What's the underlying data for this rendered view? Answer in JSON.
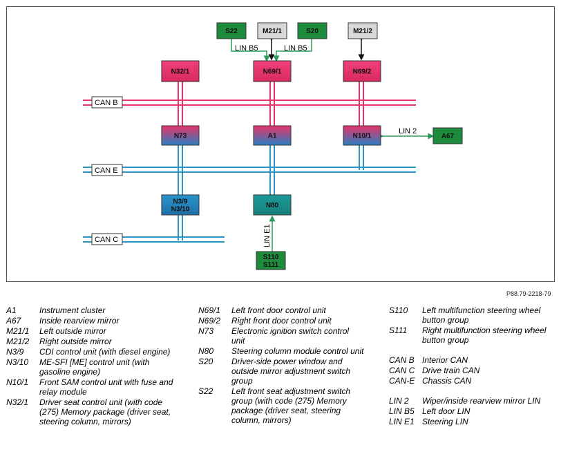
{
  "diagram": {
    "modules": [
      {
        "id": "S22",
        "label": "S22",
        "style": "green"
      },
      {
        "id": "M21_1",
        "label": "M21/1",
        "style": "grey"
      },
      {
        "id": "S20",
        "label": "S20",
        "style": "green"
      },
      {
        "id": "M21_2",
        "label": "M21/2",
        "style": "grey"
      },
      {
        "id": "N32_1",
        "label": "N32/1",
        "style": "pink"
      },
      {
        "id": "N69_1",
        "label": "N69/1",
        "style": "pink"
      },
      {
        "id": "N69_2",
        "label": "N69/2",
        "style": "pink"
      },
      {
        "id": "N73",
        "label": "N73",
        "style": "gradient"
      },
      {
        "id": "A1",
        "label": "A1",
        "style": "gradient"
      },
      {
        "id": "N10_1",
        "label": "N10/1",
        "style": "gradient"
      },
      {
        "id": "A67",
        "label": "A67",
        "style": "green"
      },
      {
        "id": "N3",
        "label": "N3/9\nN3/10",
        "style": "blue"
      },
      {
        "id": "N80",
        "label": "N80",
        "style": "teal"
      },
      {
        "id": "S110",
        "label": "S110\nS111",
        "style": "green"
      }
    ],
    "bus_labels": {
      "can_b": "CAN B",
      "can_e": "CAN E",
      "can_c": "CAN C"
    },
    "link_labels": {
      "lin_b5_left": "LIN B5",
      "lin_b5_right": "LIN B5",
      "lin_2": "LIN 2",
      "lin_e1": "LIN E1"
    },
    "colors": {
      "can_b": "#e8336a",
      "can_e": "#2a94c4",
      "can_c": "#2a94c4",
      "lin": "#2a9a5a",
      "green_box": "#1e8a3c",
      "grey_box": "#d8d8d8",
      "pink_box": "#e8336a",
      "blue_box": "#2a7fb8",
      "teal_box": "#1a8a8a"
    }
  },
  "reference": "P88.79-2218-79",
  "legend": {
    "col1": [
      {
        "code": "A1",
        "desc": "Instrument cluster"
      },
      {
        "code": "A67",
        "desc": "Inside rearview mirror"
      },
      {
        "code": "M21/1",
        "desc": "Left outside mirror"
      },
      {
        "code": "M21/2",
        "desc": "Right outside mirror"
      },
      {
        "code": "N3/9",
        "desc": "CDI control unit (with diesel engine)"
      },
      {
        "code": "N3/10",
        "desc": "ME-SFI [ME] control unit (with gasoline engine)"
      },
      {
        "code": "N10/1",
        "desc": "Front SAM control unit with fuse and relay module"
      },
      {
        "code": "N32/1",
        "desc": "Driver seat control unit  (with code (275) Memory package (driver seat, steering column, mirrors)"
      }
    ],
    "col2": [
      {
        "code": "N69/1",
        "desc": "Left front door control unit"
      },
      {
        "code": "N69/2",
        "desc": "Right front door control unit"
      },
      {
        "code": "N73",
        "desc": "Electronic ignition switch control unit"
      },
      {
        "code": "N80",
        "desc": "Steering column module control unit"
      },
      {
        "code": "S20",
        "desc": "Driver-side power window and outside mirror adjustment switch group"
      },
      {
        "code": "S22",
        "desc": "Left front seat adjustment switch group (with code (275) Memory package (driver seat, steering column, mirrors)"
      }
    ],
    "col3a": [
      {
        "code": "S110",
        "desc": "Left multifunction steering wheel button group"
      },
      {
        "code": "S111",
        "desc": "Right multifunction steering wheel button group"
      }
    ],
    "col3b": [
      {
        "code": "CAN B",
        "desc": "Interior CAN"
      },
      {
        "code": "CAN C",
        "desc": "Drive train CAN"
      },
      {
        "code": "CAN-E",
        "desc": "Chassis CAN"
      }
    ],
    "col3c": [
      {
        "code": "LIN 2",
        "desc": "Wiper/inside rearview mirror LIN"
      },
      {
        "code": "LIN B5",
        "desc": "Left door LIN"
      },
      {
        "code": "LIN E1",
        "desc": "Steering LIN"
      }
    ]
  }
}
